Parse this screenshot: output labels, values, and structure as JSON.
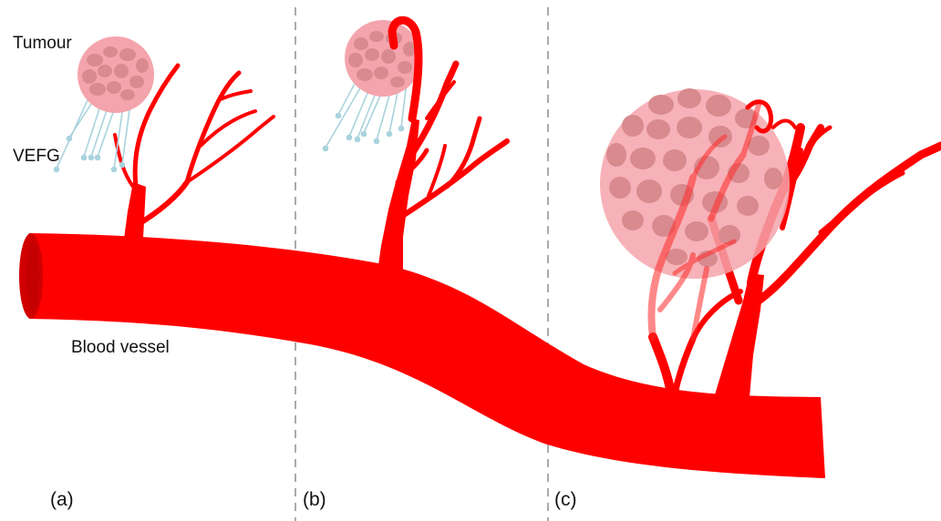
{
  "labels": {
    "tumour": "Tumour",
    "vefg": "VEFG",
    "blood_vessel": "Blood vessel"
  },
  "panels": [
    {
      "label": "(a)"
    },
    {
      "label": "(b)"
    },
    {
      "label": "(c)"
    }
  ],
  "colors": {
    "vessel": "#ff0000",
    "vessel_end": "#d10000",
    "tumour": "#f4a4ac",
    "tumour_cells": "#d98a8e",
    "vefg_strands": "#a9d3de",
    "divider": "#aaaaaa"
  }
}
